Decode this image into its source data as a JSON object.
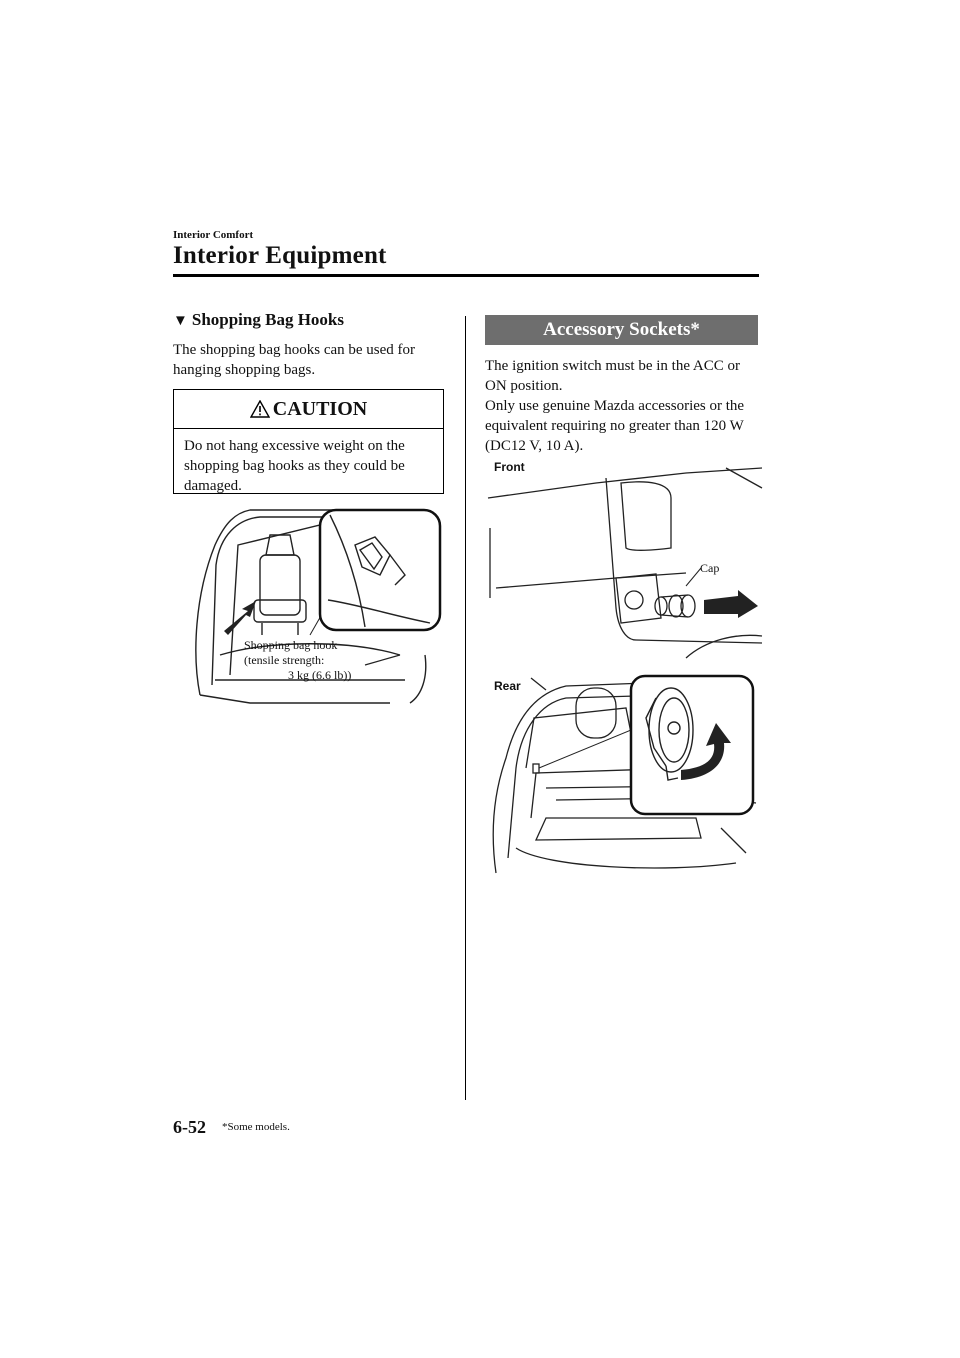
{
  "header": {
    "section": "Interior Comfort",
    "title": "Interior Equipment"
  },
  "left": {
    "heading_marker": "▼",
    "heading": "Shopping Bag Hooks",
    "paragraph": "The shopping bag hooks can be used for hanging shopping bags.",
    "caution": {
      "title": "CAUTION",
      "text": "Do not hang excessive weight on the shopping bag hooks as they could be damaged."
    },
    "figure_labels": {
      "line1": "Shopping bag hook",
      "line2": "(tensile strength:",
      "line3": "3 kg (6.6 lb))"
    }
  },
  "right": {
    "banner": "Accessory Sockets*",
    "paragraph": [
      "The ignition switch must be in the ACC or ON position.",
      "Only use genuine Mazda accessories or the equivalent requiring no greater than 120 W (DC12 V, 10 A)."
    ],
    "figure_labels": {
      "front": "Front",
      "cap": "Cap",
      "rear": "Rear"
    }
  },
  "footer": {
    "page_number": "6-52",
    "footnote": "*Some models."
  }
}
